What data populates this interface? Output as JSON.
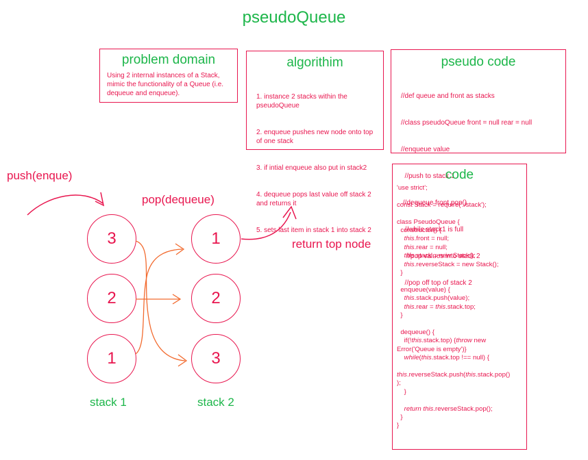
{
  "title": "pseudoQueue",
  "problem_domain": {
    "title": "problem domain",
    "text": "Using 2 internal instances of a Stack, mimic the functionality of a Queue (i.e. dequeue and enqueue)."
  },
  "algorithm": {
    "title": "algorithim",
    "lines": [
      "1. instance 2 stacks within the pseudoQueue",
      "2. enqueue pushes new node onto top of one stack",
      "3. if intial enqueue also put in stack2",
      "4. dequeue pops last value off stack 2 and returns it",
      "5. sets last item in stack 1 into stack 2"
    ]
  },
  "pseudo_code": {
    "title": "pseudo code",
    "lines": [
      "//def queue and front as stacks",
      "//class pseudoQueue front = null rear = null",
      "//enqueue value",
      "  //push to stack 1",
      " //dequeue front.pop()",
      "  //while stack1 is full",
      "   //pop values into stack 2",
      "  //pop off top of stack 2"
    ]
  },
  "code": {
    "title": "code",
    "lines": [
      "'use strict';",
      "",
      "const Stack = require('./stack');",
      "",
      "class PseudoQueue {",
      "  constructor() {",
      "    this.front = null;",
      "    this.rear = null;",
      "    this.stack = new Stack();",
      "    this.reverseStack = new Stack();",
      "  }",
      "",
      "  enqueue(value) {",
      "    this.stack.push(value);",
      "    this.rear = this.stack.top;",
      "  }",
      "",
      "  dequeue() {",
      "    if(!this.stack.top) {throw new",
      "Error('Queue is empty')}",
      "    while(this.stack.top !== null) {",
      "",
      "this.reverseStack.push(this.stack.pop()",
      ");",
      "    }",
      "",
      "    return this.reverseStack.pop();",
      "  }",
      "}"
    ]
  },
  "diagram": {
    "push_label": "push(enque)",
    "pop_label": "pop(dequeue)",
    "return_label": "return top node",
    "stack1_label": "stack 1",
    "stack2_label": "stack 2",
    "stack1_values": [
      "3",
      "2",
      "1"
    ],
    "stack2_values": [
      "1",
      "2",
      "3"
    ],
    "arrow_color_orange": "#f26a2e",
    "accent_pink": "#e8154e",
    "accent_green": "#1db64a"
  }
}
